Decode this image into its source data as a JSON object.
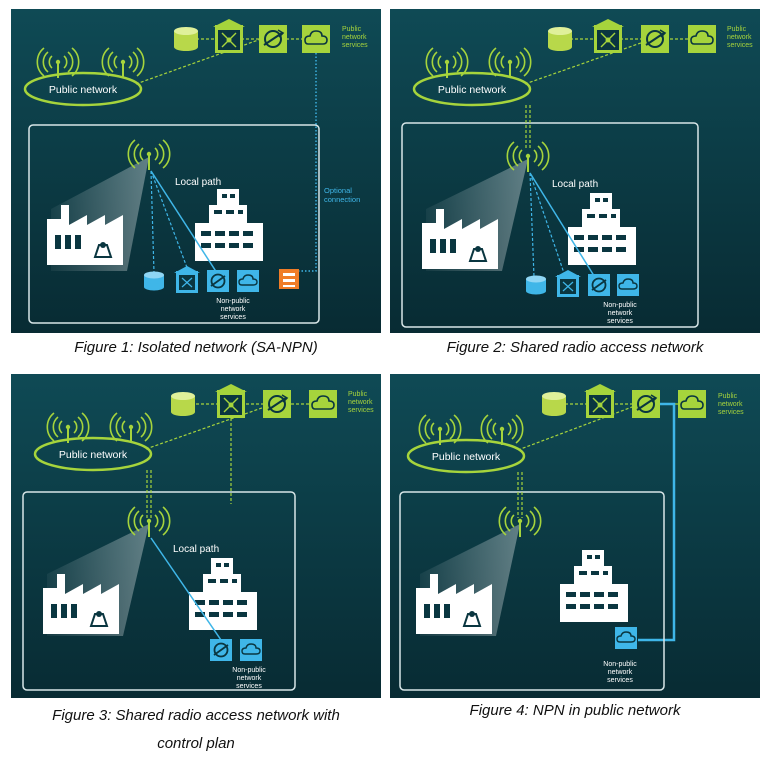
{
  "colors": {
    "accent_green": "#a6d43c",
    "accent_blue": "#3fb6e8",
    "orange": "#f07d28",
    "background": "#0a3640"
  },
  "icons": [
    "database-icon",
    "core-network-icon",
    "user-plane-icon",
    "cloud-icon",
    "antenna-icon",
    "factory-icon",
    "building-icon",
    "local-edge-icon"
  ],
  "figures": [
    {
      "id": "fig1",
      "public_network": "Public network",
      "public_services": [
        "Public",
        "network",
        "services"
      ],
      "local_path": "Local path",
      "optional": [
        "Optional",
        "connection"
      ],
      "non_public": [
        "Non-public",
        "network",
        "services"
      ],
      "caption": "Figure 1: Isolated network (SA-NPN)"
    },
    {
      "id": "fig2",
      "public_network": "Public network",
      "public_services": [
        "Public",
        "network",
        "services"
      ],
      "local_path": "Local path",
      "non_public": [
        "Non-public",
        "network",
        "services"
      ],
      "caption": "Figure 2: Shared radio access network"
    },
    {
      "id": "fig3",
      "public_network": "Public network",
      "public_services": [
        "Public",
        "network",
        "services"
      ],
      "local_path": "Local path",
      "non_public": [
        "Non-public",
        "network",
        "services"
      ],
      "caption_lines": [
        "Figure 3: Shared radio access network with",
        "control plan"
      ]
    },
    {
      "id": "fig4",
      "public_network": "Public network",
      "public_services": [
        "Public",
        "network",
        "services"
      ],
      "non_public": [
        "Non-public",
        "network",
        "services"
      ],
      "caption": "Figure 4: NPN in public network"
    }
  ]
}
